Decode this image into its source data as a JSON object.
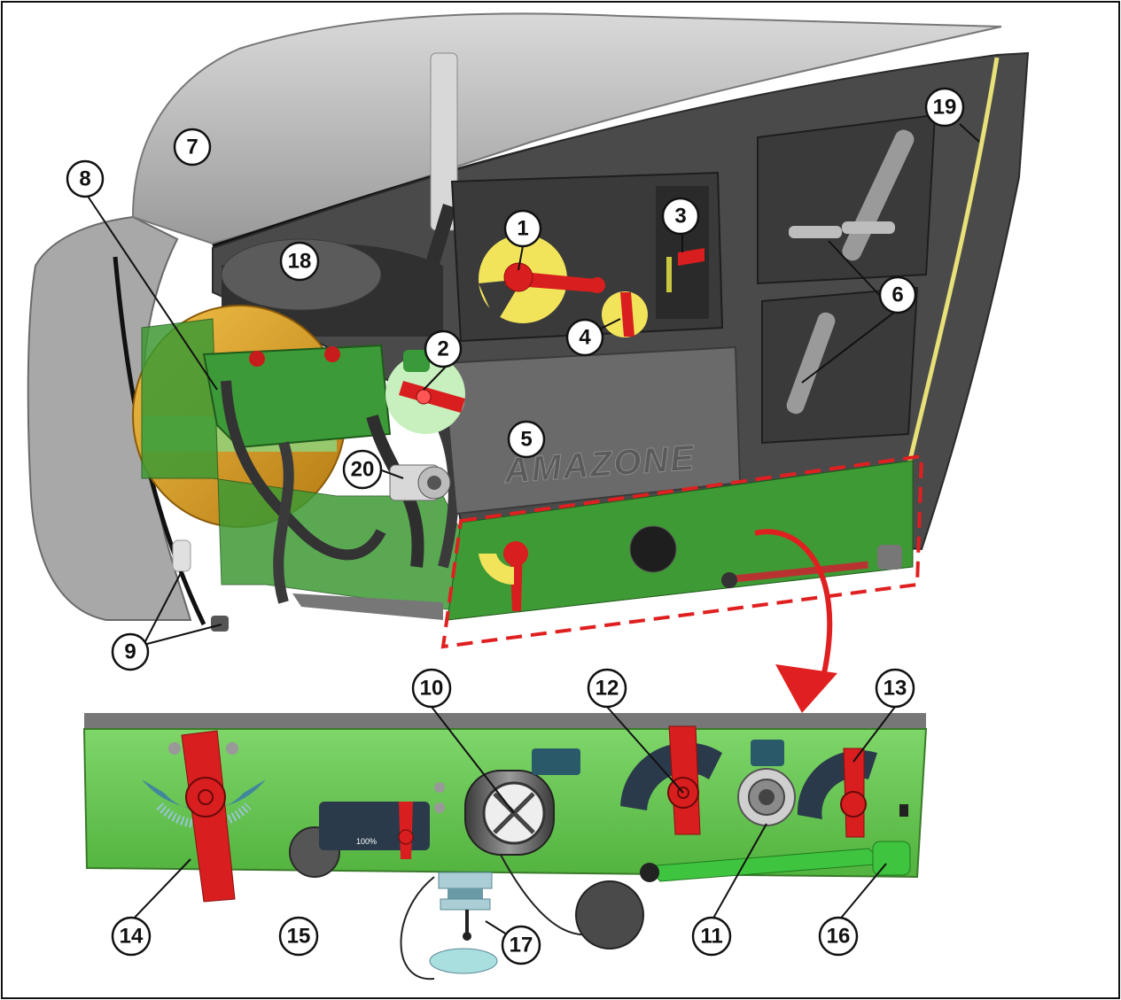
{
  "callouts": {
    "c1": "1",
    "c2": "2",
    "c3": "3",
    "c4": "4",
    "c5": "5",
    "c6": "6",
    "c7": "7",
    "c8": "8",
    "c9": "9",
    "c10": "10",
    "c11": "11",
    "c12": "12",
    "c13": "13",
    "c14": "14",
    "c15": "15",
    "c16": "16",
    "c17": "17",
    "c18": "18",
    "c19": "19",
    "c20": "20"
  },
  "labels": {
    "brand": "AMAZONE",
    "level_percent": "100%"
  },
  "colors": {
    "panel_green": "#4caf3c",
    "light_green": "#8fe07a",
    "lever_red": "#d81e1e",
    "yellow_marking": "#f2e45a",
    "highlight_dash": "#e02020",
    "body_gray": "#4a4a4a",
    "tank_gold": "#d99a1e",
    "scale_blue": "#3d7fa3"
  },
  "icons": {
    "zoom_arrow": "curved-arrow-down-icon"
  }
}
